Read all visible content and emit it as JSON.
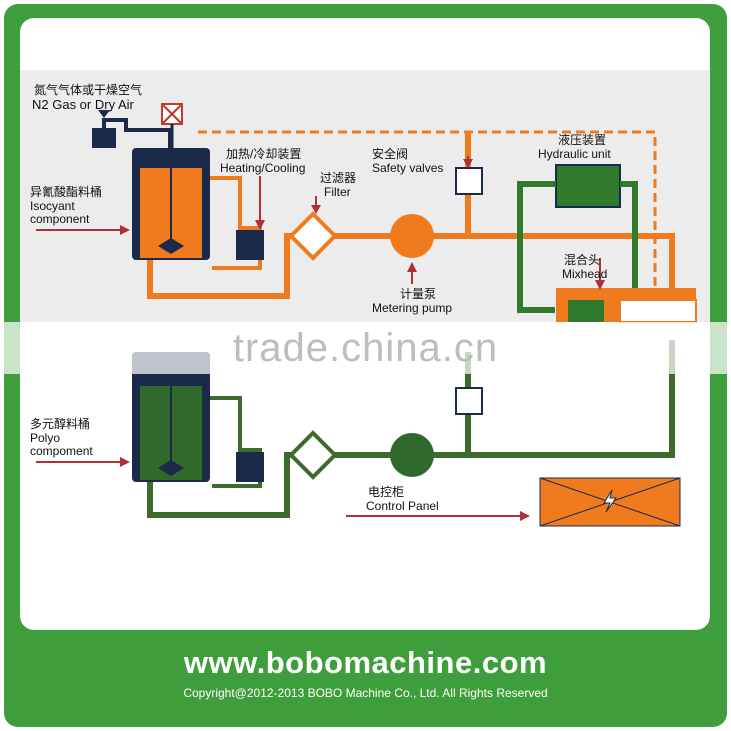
{
  "labels": {
    "n2_cn": "氮气气体或干燥空气",
    "n2_en": "N2 Gas or Dry Air",
    "iso_cn": "异氰酸酯料桶",
    "iso_en1": "Isocyant",
    "iso_en2": "component",
    "heat_cn": "加热/冷却装置",
    "heat_en": "Heating/Cooling",
    "filter_cn": "过滤器",
    "filter_en": "Filter",
    "safety_cn": "安全阀",
    "safety_en": "Safety valves",
    "hyd_cn": "液压装置",
    "hyd_en": "Hydraulic  unit",
    "mix_cn": "混合头",
    "mix_en": "Mixhead",
    "meter_cn": "计量泵",
    "meter_en": "Metering  pump",
    "polyo_cn": "多元醇料桶",
    "polyo_en1": "Polyo",
    "polyo_en2": "compoment",
    "control_cn": "电控柜",
    "control_en": "Control Panel"
  },
  "watermark": "trade.china.cn",
  "footer": {
    "site": "www.bobomachine.com",
    "copyright": "Copyright@2012-2013 BOBO Machine Co., Ltd. All Rights Reserved"
  },
  "colors": {
    "frame_green": "#3f9e3c",
    "iso_line": "#f07a1e",
    "polyo_line": "#3d6b2b",
    "tank_dark": "#1b2a4a",
    "control_panel": "#f07a1e"
  }
}
